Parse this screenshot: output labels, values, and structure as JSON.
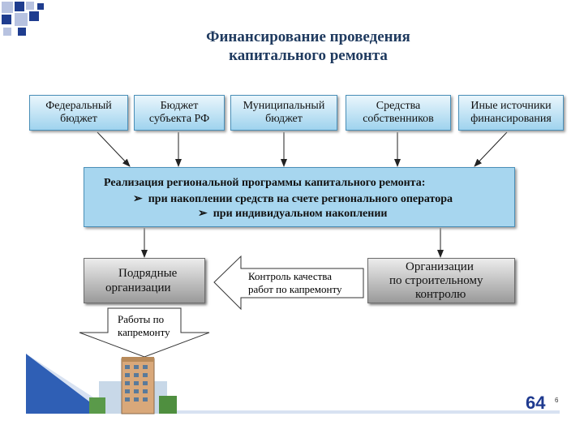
{
  "title_line1": "Финансирование проведения",
  "title_line2": "капитального ремонта",
  "sources": [
    {
      "line1": "Федеральный",
      "line2": "бюджет"
    },
    {
      "line1": "Бюджет",
      "line2": "субъекта РФ"
    },
    {
      "line1": "Муниципальный",
      "line2": "бюджет"
    },
    {
      "line1": "Средства",
      "line2": "собственников"
    },
    {
      "line1": "Иные источники",
      "line2": "финансирования"
    }
  ],
  "program": {
    "heading": "Реализация региональной программы капитального ремонта:",
    "item1": "при накоплении средств на счете регионального оператора",
    "item2": "при индивидуальном накоплении",
    "bullet": "➢"
  },
  "contractors": {
    "line1": "Подрядные",
    "line2": "организации"
  },
  "quality": {
    "line1": "Контроль качества",
    "line2": "работ по капремонту"
  },
  "supervision": {
    "line1": "Организации",
    "line2": "по строительному",
    "line3": "контролю"
  },
  "works": {
    "line1": "Работы по",
    "line2": "капремонту"
  },
  "building_icon": "apartment-building-icon",
  "page_number": "64",
  "page_small": "6",
  "colors": {
    "title": "#1f3a5f",
    "source_fill": "#a7d6ef",
    "border": "#4a8fb8",
    "gray_fill": "#a8a8a8",
    "corner_dark": "#1f3d8f",
    "corner_light": "#b7c2e0"
  }
}
